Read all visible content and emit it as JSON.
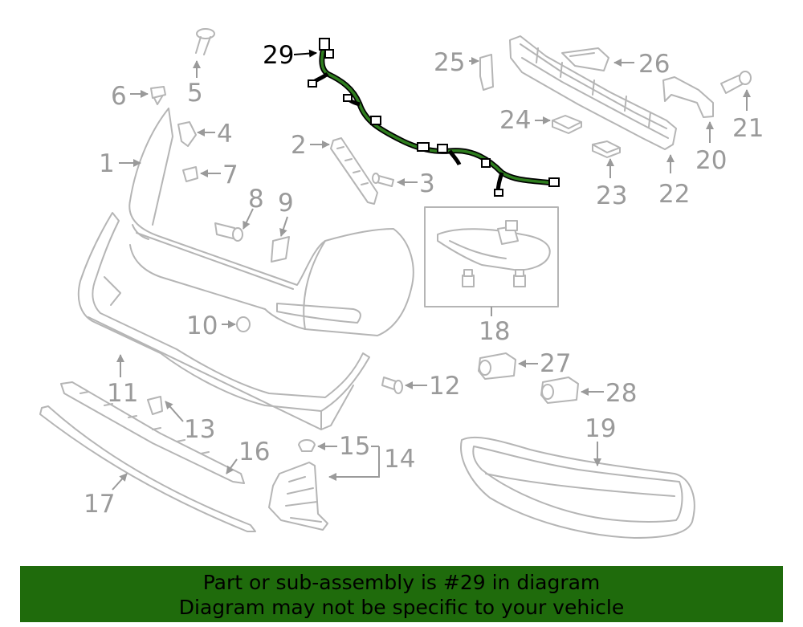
{
  "diagram": {
    "highlighted_part": "29",
    "labels": [
      "29",
      "25",
      "26",
      "6",
      "5",
      "4",
      "1",
      "7",
      "2",
      "3",
      "24",
      "21",
      "20",
      "23",
      "22",
      "8",
      "9",
      "10",
      "18",
      "11",
      "12",
      "27",
      "28",
      "13",
      "15",
      "14",
      "16",
      "19",
      "17"
    ]
  },
  "banner": {
    "line1": "Part or sub-assembly is #29 in diagram",
    "line2": "Diagram may not be specific to your vehicle",
    "bg_color": "#1f6b0c"
  },
  "colors": {
    "part_stroke": "#b5b5b5",
    "label": "#9a9a9a",
    "harness": "#1e5a14"
  }
}
